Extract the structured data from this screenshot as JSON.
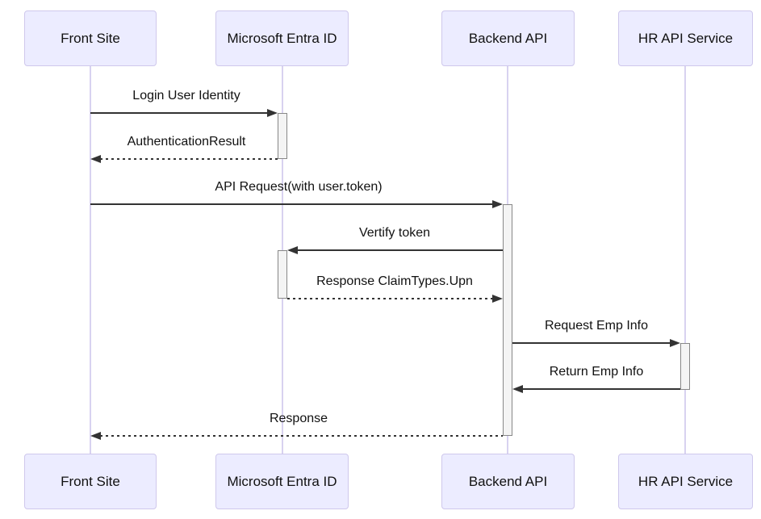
{
  "diagram": {
    "type": "sequence-diagram",
    "actors": [
      {
        "name": "Front Site"
      },
      {
        "name": "Microsoft Entra ID"
      },
      {
        "name": "Backend API"
      },
      {
        "name": "HR API Service"
      }
    ],
    "messages": [
      {
        "from": "Front Site",
        "to": "Microsoft Entra ID",
        "label": "Login User Identity",
        "line": "solid",
        "direction": "right"
      },
      {
        "from": "Microsoft Entra ID",
        "to": "Front Site",
        "label": "AuthenticationResult",
        "line": "dashed",
        "direction": "left"
      },
      {
        "from": "Front Site",
        "to": "Backend API",
        "label": "API Request(with user.token)",
        "line": "solid",
        "direction": "right"
      },
      {
        "from": "Backend API",
        "to": "Microsoft Entra ID",
        "label": "Vertify token",
        "line": "solid",
        "direction": "left"
      },
      {
        "from": "Microsoft Entra ID",
        "to": "Backend API",
        "label": "Response ClaimTypes.Upn",
        "line": "dashed",
        "direction": "right"
      },
      {
        "from": "Backend API",
        "to": "HR API Service",
        "label": "Request Emp Info",
        "line": "solid",
        "direction": "right"
      },
      {
        "from": "HR API Service",
        "to": "Backend API",
        "label": "Return Emp Info",
        "line": "solid",
        "direction": "left"
      },
      {
        "from": "Backend API",
        "to": "Front Site",
        "label": "Response",
        "line": "dashed",
        "direction": "left"
      }
    ],
    "activations": [
      {
        "actor": "Microsoft Entra ID",
        "from_message": "Login User Identity",
        "to_message": "AuthenticationResult"
      },
      {
        "actor": "Backend API",
        "from_message": "API Request(with user.token)",
        "to_message": "Response"
      },
      {
        "actor": "Microsoft Entra ID",
        "from_message": "Vertify token",
        "to_message": "Response ClaimTypes.Upn"
      },
      {
        "actor": "HR API Service",
        "from_message": "Request Emp Info",
        "to_message": "Return Emp Info"
      }
    ],
    "colors": {
      "actor_fill": "#ececff",
      "actor_border": "#cfc8ec",
      "lifeline": "#d8d2f0",
      "activation_fill": "#f4f4f4",
      "activation_border": "#888888",
      "arrow": "#333333",
      "text": "#111111",
      "background": "#ffffff"
    }
  }
}
